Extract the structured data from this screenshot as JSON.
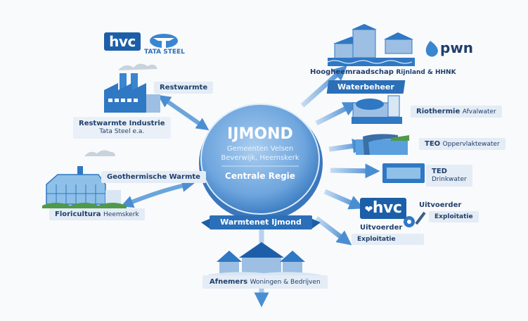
{
  "logos": {
    "hvc_top": "hvc",
    "tata_steel": "TATA STEEL",
    "pwn": "pwn",
    "hvc_bottom": "hvc"
  },
  "center": {
    "title": "IJMOND",
    "subtitle_line1": "Gemeenten Velsen",
    "subtitle_line2": "Beverwijk, Heemskerk",
    "role": "Centrale Regie",
    "banner": "Warmtenet Ijmond"
  },
  "left": {
    "industry": {
      "flow_label": "Restwarmte",
      "title": "Restwarmte Industrie",
      "subtitle": "Tata Steel e.a."
    },
    "floricultura": {
      "flow_label": "Geothermische Warmte",
      "title": "Floricultura",
      "subtitle": "Heemskerk"
    }
  },
  "right": {
    "water_board": {
      "title": "Hoogheemraadschap",
      "subtitle": "Rijnland & HHNK",
      "tag": "Waterbeheer"
    },
    "sources": [
      {
        "title": "Riothermie",
        "subtitle": "Afvalwater"
      },
      {
        "title": "TEO",
        "subtitle": "Oppervlaktewater"
      },
      {
        "title": "TED",
        "subtitle": "Drinkwater"
      }
    ],
    "operator": {
      "role_right": "Uitvoerder",
      "task_right": "Exploitatie",
      "role_left": "Uitvoerder",
      "task_left": "Exploitatie"
    }
  },
  "bottom": {
    "title": "Afnemers",
    "subtitle": "Woningen & Bedrijven"
  },
  "colors": {
    "primary": "#2b6fb8",
    "dark": "#1f3f6b",
    "light_bg": "#e4ecf5",
    "arrow": "#5b9bd8",
    "circle": "#7fb2e3"
  }
}
